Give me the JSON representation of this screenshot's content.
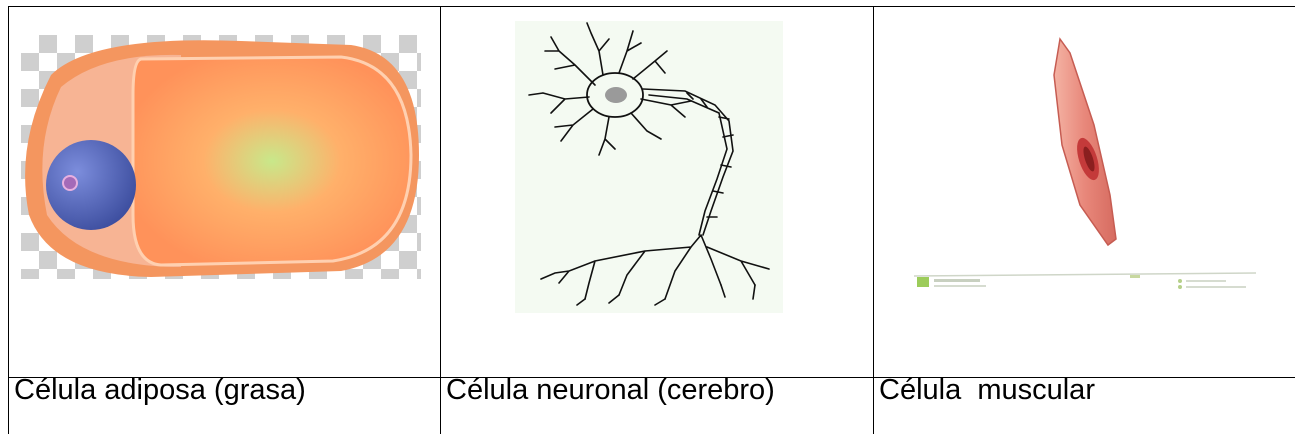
{
  "cells": [
    {
      "label": "Célula adiposa (grasa)",
      "icon": "fat-cell-illustration"
    },
    {
      "label": "Célula neuronal (cerebro)",
      "icon": "neuron-illustration"
    },
    {
      "label": "Célula  muscular",
      "icon": "muscle-cell-illustration"
    }
  ],
  "colors": {
    "fat_membrane": "#f4965f",
    "fat_interior": "#ff9a5c",
    "fat_center": "#c8e88a",
    "nucleus": "#4a5fb0",
    "muscle": "#e89686",
    "muscle_core": "#c43a3a"
  }
}
